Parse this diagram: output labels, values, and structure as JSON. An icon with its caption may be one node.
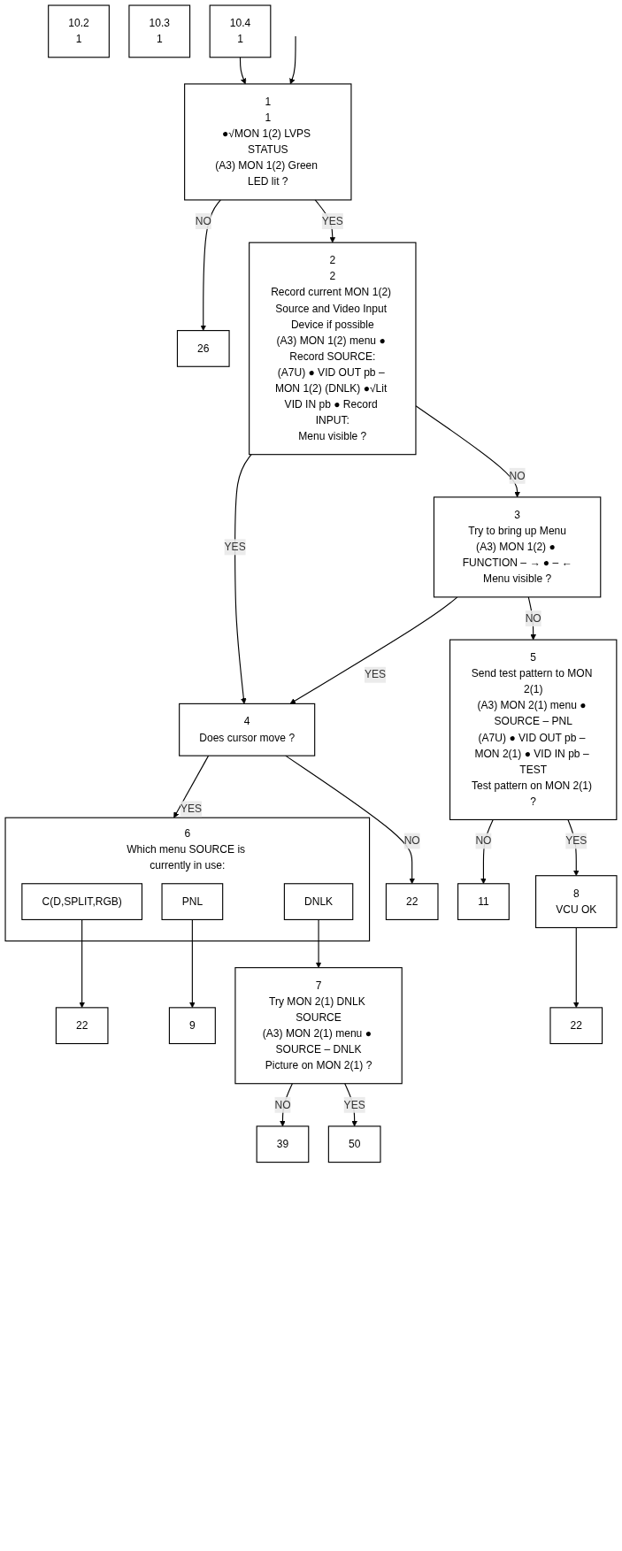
{
  "diagram": {
    "nodes": [
      {
        "text": [
          "10.2",
          "1"
        ]
      },
      {
        "text": [
          "10.3",
          "1"
        ]
      },
      {
        "text": [
          "10.4",
          "1"
        ]
      },
      {
        "text": [
          "1",
          "1",
          "●√MON 1(2) LVPS STATUS",
          "(A3) MON 1(2) Green LED lit ?"
        ]
      },
      {
        "text": [
          "26"
        ]
      },
      {
        "text": [
          "2",
          "2",
          "Record current MON 1(2) Source and Video Input Device if possible",
          "(A3) MON 1(2) menu ● Record SOURCE:",
          "(A7U) ● VID OUT pb – MON 1(2) (DNLK) ●√Lit VID IN pb ● Record INPUT:",
          "Menu visible ?"
        ]
      },
      {
        "text": [
          "3",
          "Try to bring up Menu",
          "(A3) MON 1(2) ● FUNCTION – → ● – ←",
          "Menu visible ?"
        ]
      },
      {
        "text": [
          "4",
          "Does cursor move ?"
        ]
      },
      {
        "text": [
          "22"
        ]
      },
      {
        "text": [
          "5",
          "Send test pattern to MON 2(1)",
          "(A3) MON 2(1) menu ● SOURCE – PNL",
          "(A7U) ● VID OUT pb – MON 2(1) ● VID IN pb – TEST",
          "Test pattern on MON 2(1) ?"
        ]
      },
      {
        "text": [
          "6",
          "Which menu SOURCE is currently in use:"
        ]
      },
      {
        "text": [
          "C(D,SPLIT,RGB)"
        ],
        "in": 10
      },
      {
        "text": [
          "22"
        ]
      },
      {
        "text": [
          "PNL"
        ],
        "in": 10
      },
      {
        "text": [
          "9"
        ]
      },
      {
        "text": [
          "DNLK"
        ],
        "in": 10
      },
      {
        "text": [
          "7",
          "Try MON 2(1) DNLK SOURCE",
          "(A3) MON 2(1) menu ● SOURCE – DNLK",
          "Picture on MON 2(1) ?"
        ]
      },
      {
        "text": [
          "11"
        ]
      },
      {
        "text": [
          "8",
          "VCU OK"
        ]
      },
      {
        "text": [
          "22"
        ]
      },
      {
        "text": [
          "39"
        ]
      },
      {
        "text": [
          "50"
        ]
      }
    ],
    "edges": [
      {
        "from": 2,
        "to": 3,
        "arrow": "to"
      },
      {
        "from": null,
        "to": 3,
        "arrow": "to"
      },
      {
        "from": 3,
        "to": 4,
        "label": "NO",
        "arrow": "to"
      },
      {
        "from": 3,
        "to": 5,
        "label": "YES",
        "arrow": "to"
      },
      {
        "from": 5,
        "to": 7,
        "label": "YES",
        "arrow": "to"
      },
      {
        "from": 5,
        "to": 6,
        "label": "NO",
        "arrow": "to"
      },
      {
        "from": 6,
        "to": 7,
        "label": "YES",
        "arrow": "to"
      },
      {
        "from": 6,
        "to": 9,
        "label": "NO",
        "arrow": "to"
      },
      {
        "from": 7,
        "to": 8,
        "label": "NO",
        "arrow": "to"
      },
      {
        "from": 7,
        "to": 10,
        "label": "YES",
        "arrow": "to"
      },
      {
        "from": 11,
        "to": 12,
        "arrow": "to"
      },
      {
        "from": 13,
        "to": 14,
        "arrow": "to"
      },
      {
        "from": 15,
        "to": 16,
        "arrow": "to"
      },
      {
        "from": 9,
        "to": 17,
        "label": "NO",
        "arrow": "to"
      },
      {
        "from": 9,
        "to": 18,
        "label": "YES",
        "arrow": "to"
      },
      {
        "from": 18,
        "to": 19,
        "arrow": "to"
      },
      {
        "from": 16,
        "to": 20,
        "label": "NO",
        "arrow": "to"
      },
      {
        "from": 16,
        "to": 21,
        "label": "YES",
        "arrow": "to"
      }
    ]
  }
}
